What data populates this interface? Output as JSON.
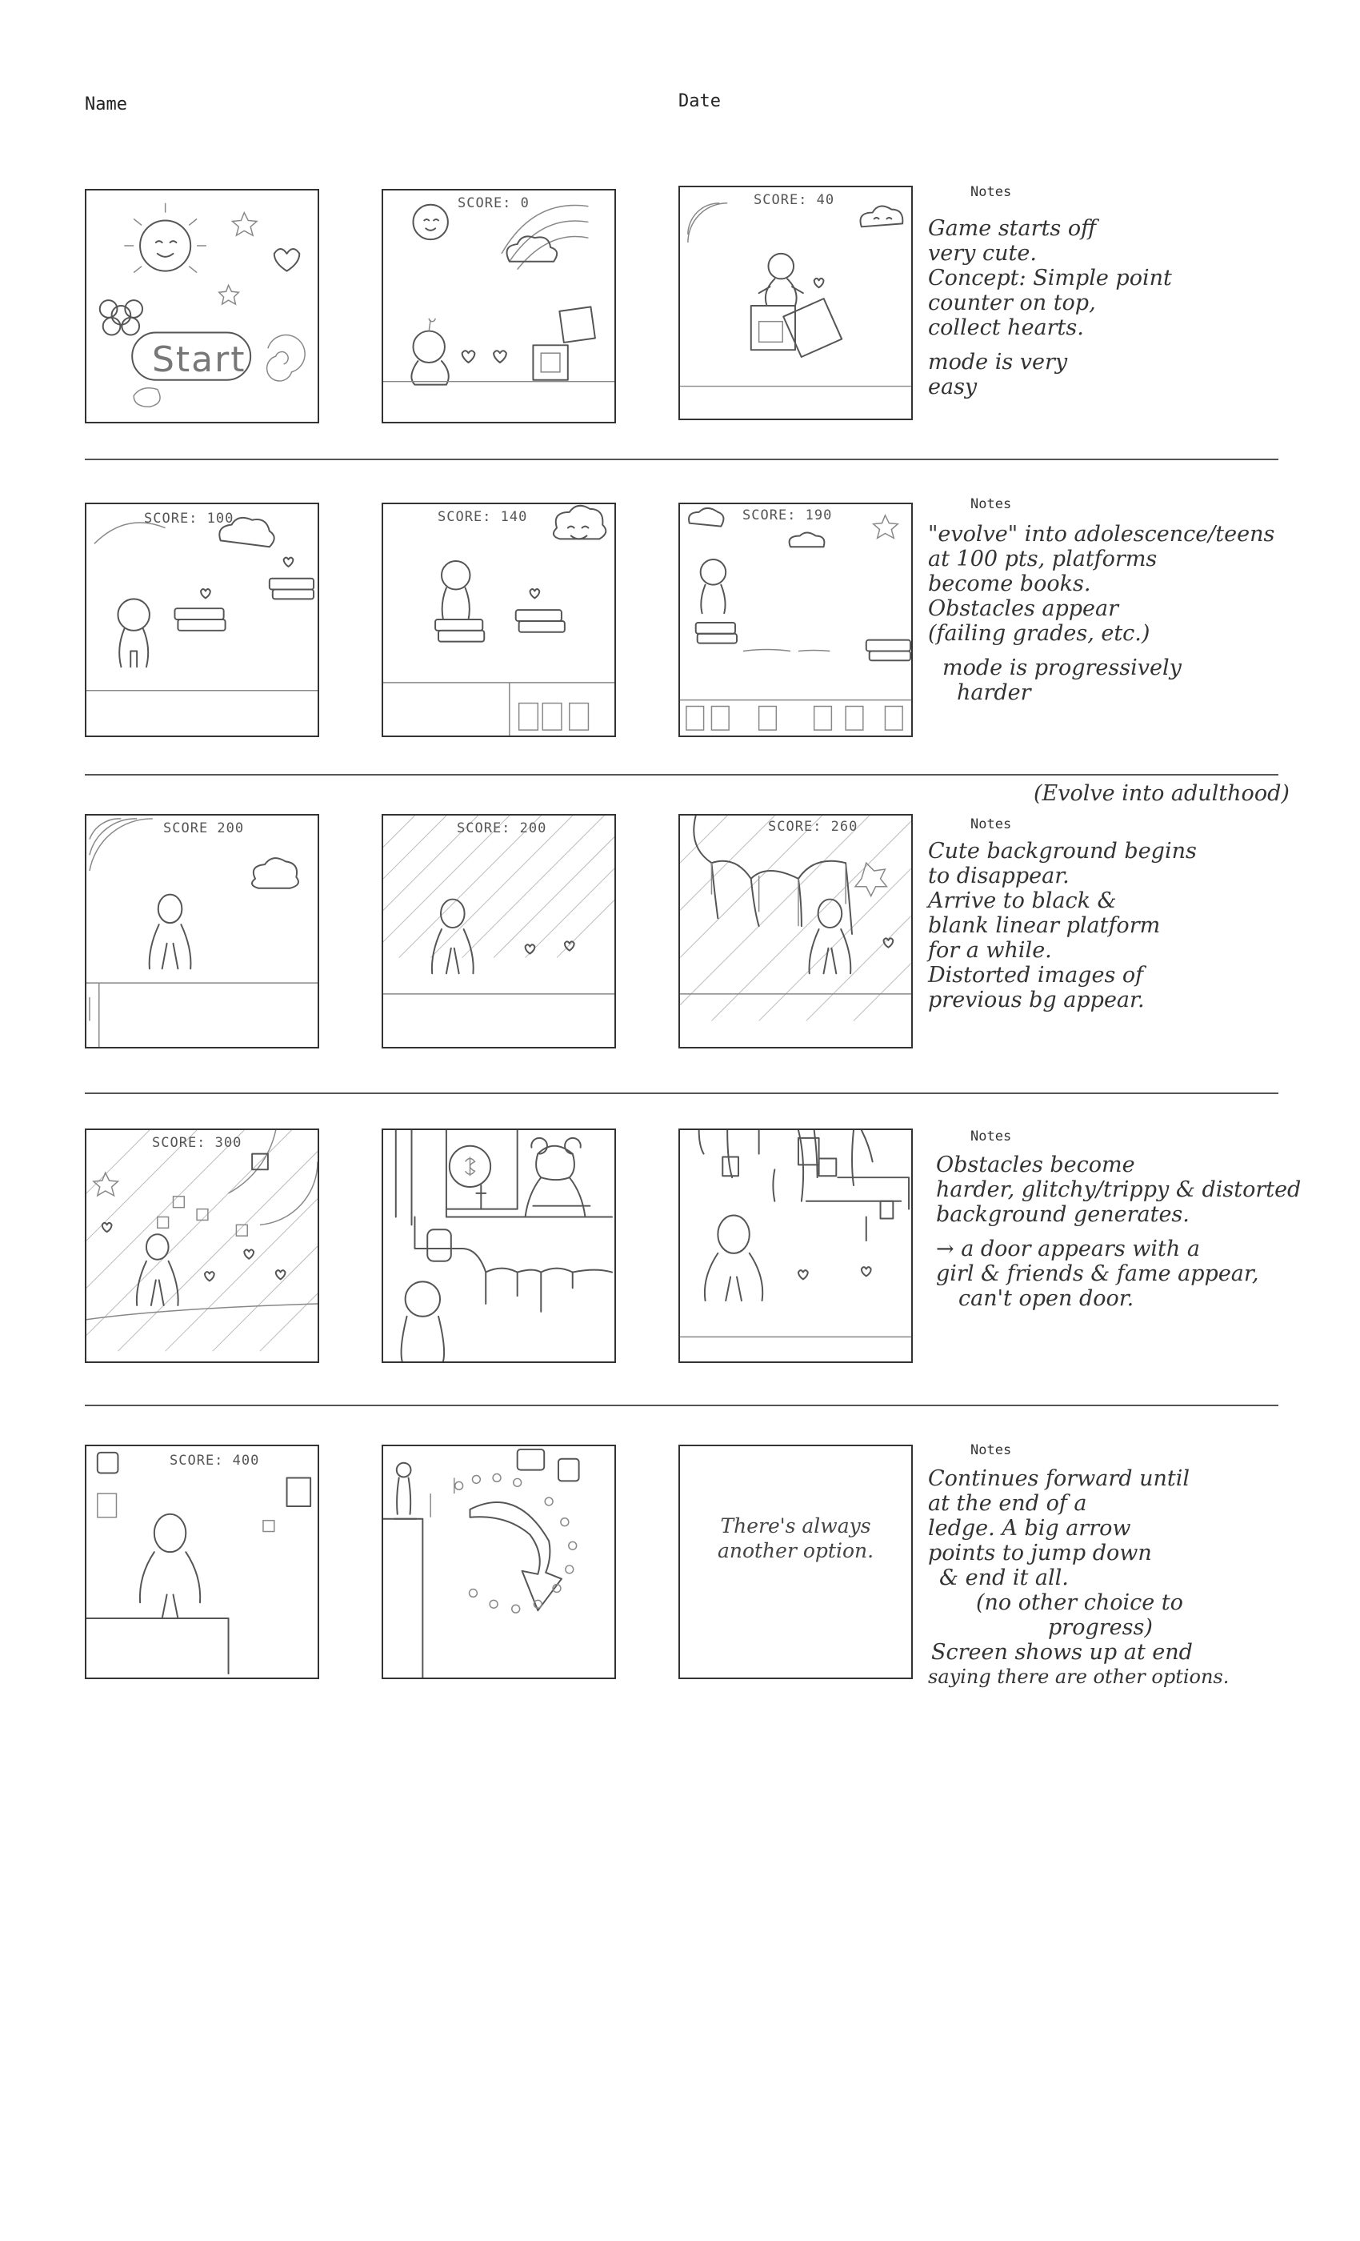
{
  "header": {
    "name_label": "Name",
    "date_label": "Date"
  },
  "rows": [
    {
      "scores": [
        "",
        "SCORE: 0",
        "SCORE: 40"
      ],
      "start_label": "Start",
      "notes_label": "Notes",
      "notes": [
        "Game starts off",
        "very cute.",
        "Concept: Simple point",
        "counter on top,",
        "collect hearts.",
        "",
        "mode is very",
        "easy"
      ]
    },
    {
      "scores": [
        "SCORE: 100",
        "SCORE: 140",
        "SCORE: 190"
      ],
      "notes_label": "Notes",
      "notes": [
        "\"evolve\" into adolescence/teens",
        "at 100 pts, platforms",
        "become books.",
        "Obstacles appear",
        "(failing grades, etc.)",
        "",
        "mode is progressively",
        "harder"
      ]
    },
    {
      "scores": [
        "SCORE 200",
        "SCORE: 200",
        "SCORE: 260"
      ],
      "notes_label": "Notes",
      "extra_label": "(Evolve into adulthood)",
      "notes": [
        "Cute background begins",
        "to disappear.",
        "Arrive to black &",
        "blank linear platform",
        "for a while.",
        "Distorted images of",
        "previous bg appear."
      ]
    },
    {
      "scores": [
        "SCORE: 300",
        "",
        ""
      ],
      "notes_label": "Notes",
      "notes": [
        "Obstacles become",
        "harder, glitchy/trippy & distorted",
        "background generates.",
        "",
        "→ a door appears with a",
        "girl & friends & fame appear,",
        "can't open door."
      ]
    },
    {
      "scores": [
        "SCORE: 400",
        "",
        ""
      ],
      "notes_label": "Notes",
      "final_message": [
        "There's always",
        "another option."
      ],
      "notes": [
        "Continues forward until",
        "at the end of a",
        "ledge. A big arrow",
        "points to jump down",
        "& end it all.",
        "(no other choice to",
        "progress)",
        "Screen shows up at end",
        "saying there are other options."
      ]
    }
  ]
}
